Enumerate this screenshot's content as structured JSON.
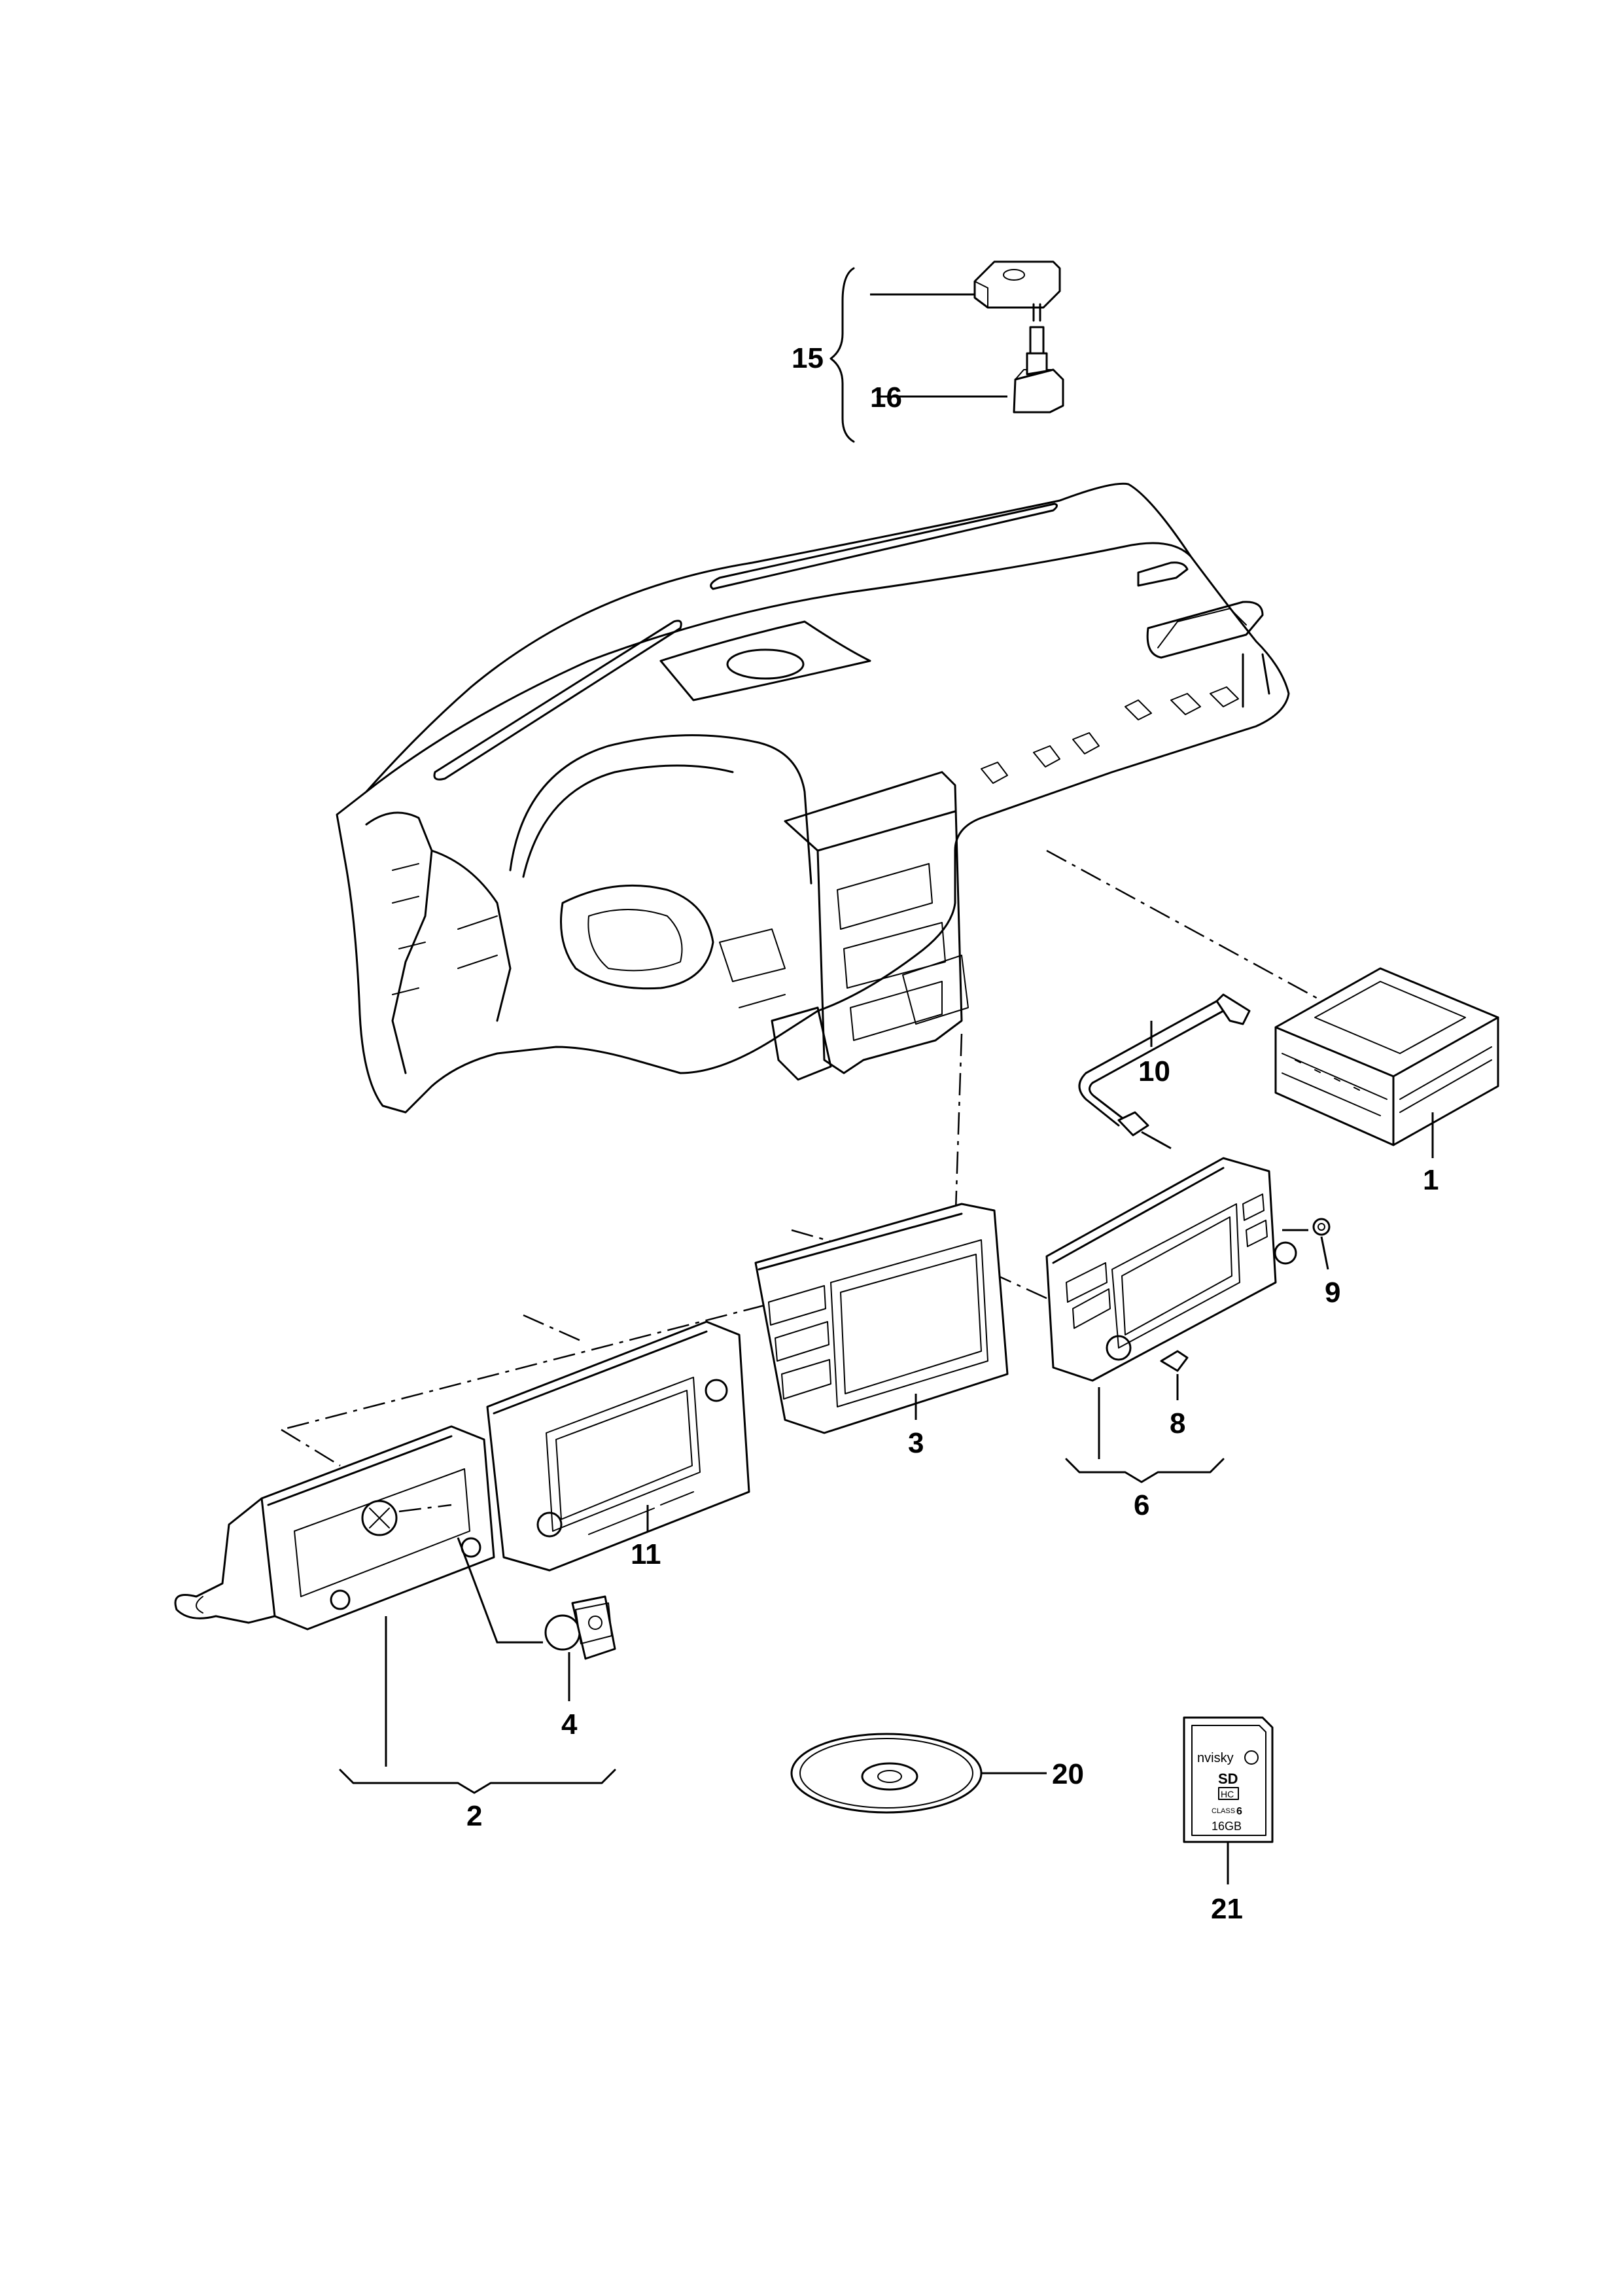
{
  "diagram": {
    "callouts": {
      "c1": "1",
      "c2": "2",
      "c3": "3",
      "c4": "4",
      "c6": "6",
      "c8": "8",
      "c9": "9",
      "c10": "10",
      "c11": "11",
      "c15": "15",
      "c16": "16",
      "c20": "20",
      "c21": "21"
    },
    "sd_card": {
      "brand": "nvisky",
      "logo": "SD",
      "standard": "HC",
      "class": "CLASS",
      "class_num": "6",
      "capacity": "16GB"
    }
  }
}
